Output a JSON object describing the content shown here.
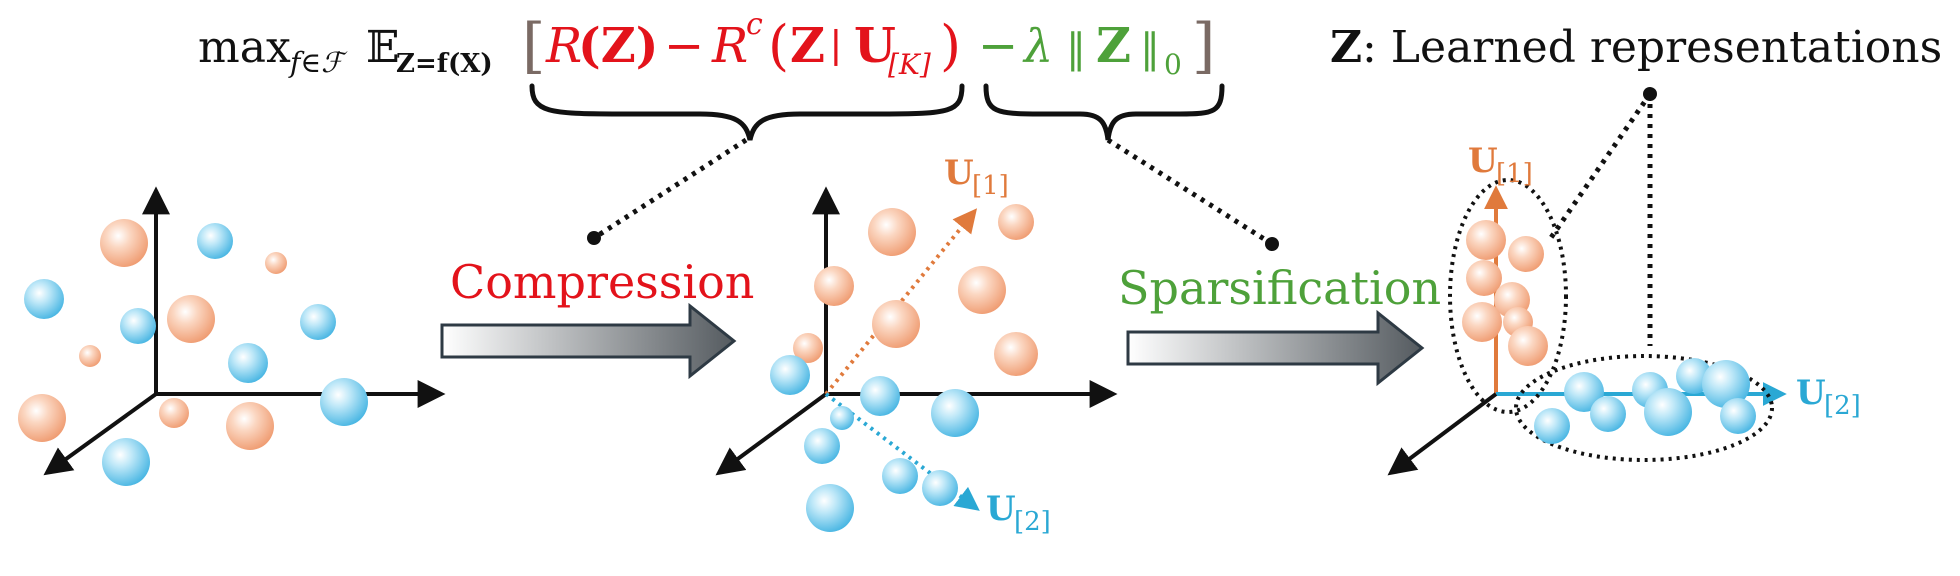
{
  "colors": {
    "red": "#e3131b",
    "green": "#4ea13a",
    "black": "#111111",
    "bracket": "#7a6a64",
    "orange": "#e07a3c",
    "blue": "#2aa8d4",
    "sphere_orange": "#f2a57e",
    "sphere_blue": "#5dc2ea",
    "arrow_dark": "#3c4349"
  },
  "formula": {
    "max_label": "max",
    "max_subscript": "f∈ℱ",
    "expectation_symbol": "𝔼",
    "expectation_subscript": "Z=f(X)",
    "bracket_open": "[",
    "bracket_close": "]",
    "term_R": "R",
    "term_Z_1": "(Z)",
    "minus_1": "−",
    "term_Rc": "R",
    "superscript_c": "c",
    "paren_open": "(",
    "term_Z_2": "Z",
    "given_bar": "∣",
    "term_U": "U",
    "subscript_K": "[K]",
    "paren_close": ")",
    "minus_2": "−",
    "lambda": "λ",
    "norm_open": "‖",
    "term_Z_3": "Z",
    "norm_close": "‖",
    "subscript_0": "0"
  },
  "legend": {
    "symbol": "Z",
    "text": ": Learned representations"
  },
  "stages": {
    "compression_label": "Compression",
    "sparsification_label": "Sparsification"
  },
  "axis_labels": {
    "u1_symbol": "U",
    "u1_index": "[1]",
    "u2_symbol": "U",
    "u2_index": "[2]"
  }
}
